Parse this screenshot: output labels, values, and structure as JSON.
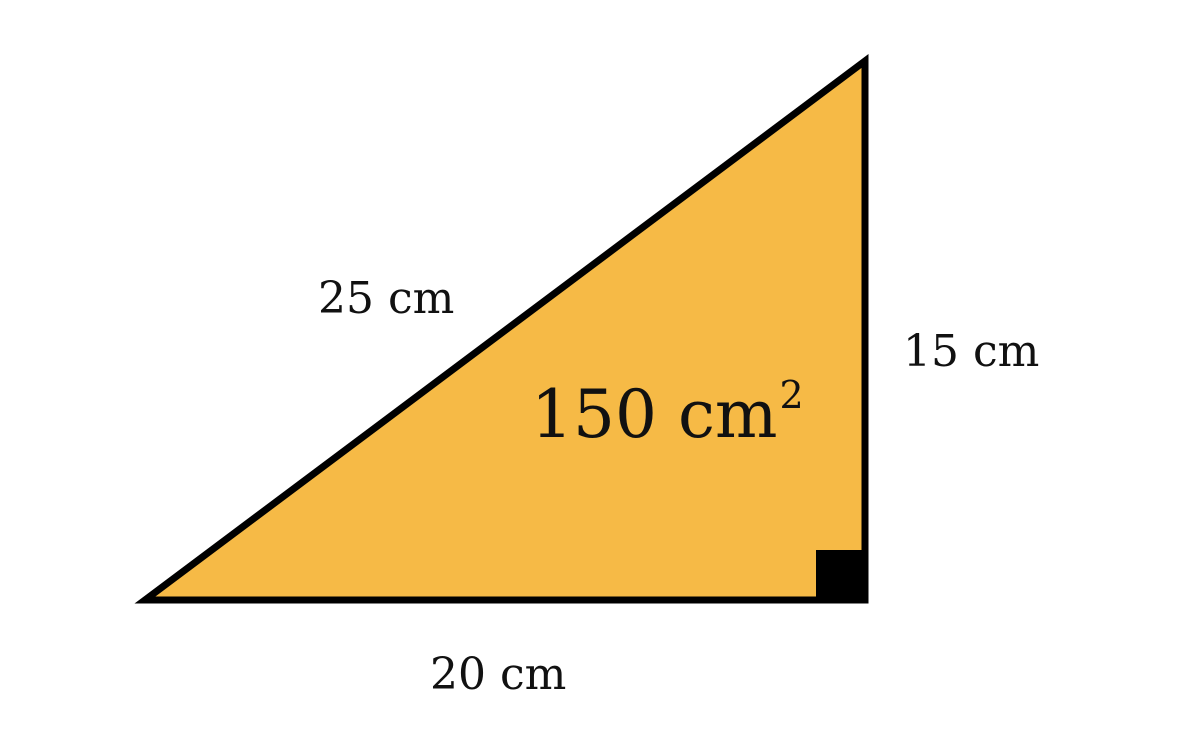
{
  "diagram": {
    "shape": "right triangle",
    "fill_color": "#F6BA46",
    "stroke_color": "#000000",
    "labels": {
      "hypotenuse": "25 cm",
      "height": "15 cm",
      "base": "20 cm",
      "area_value": "150 cm",
      "area_exponent": "2"
    }
  }
}
